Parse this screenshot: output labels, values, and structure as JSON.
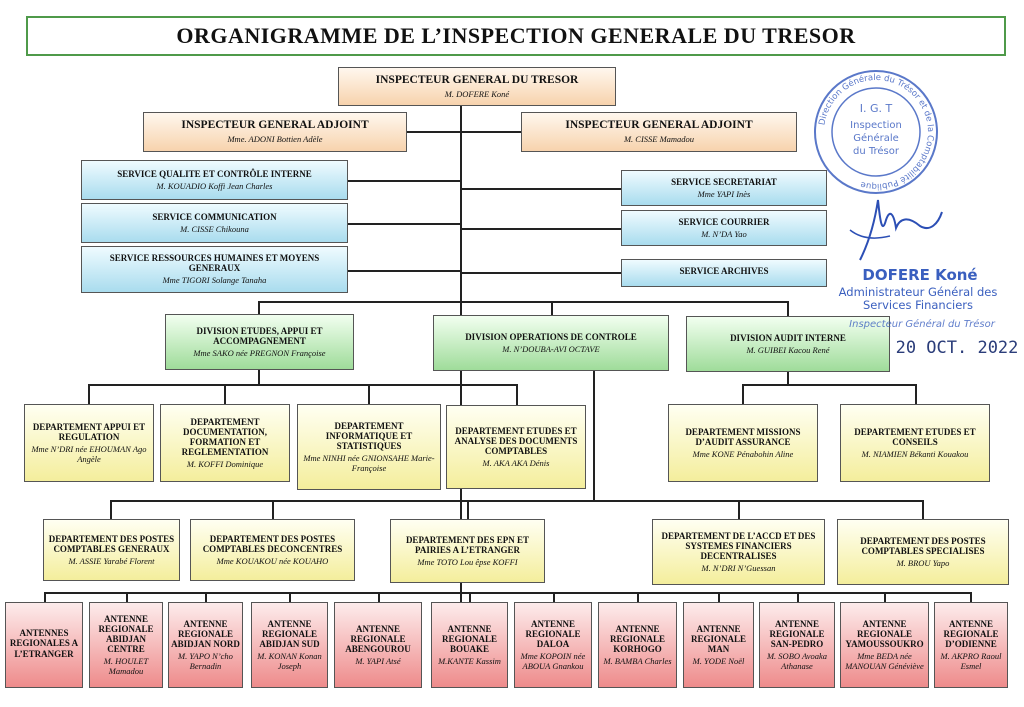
{
  "title": "ORGANIGRAMME DE L’INSPECTION GENERALE DU TRESOR",
  "top": {
    "title": "INSPECTEUR GENERAL DU TRESOR",
    "name": "M. DOFERE Koné"
  },
  "deputies": [
    {
      "title": "INSPECTEUR GENERAL ADJOINT",
      "name": "Mme. ADONI Bottien Adèle"
    },
    {
      "title": "INSPECTEUR GENERAL ADJOINT",
      "name": "M. CISSE Mamadou"
    }
  ],
  "services_left": [
    {
      "title": "SERVICE QUALITE ET CONTRÔLE INTERNE",
      "name": "M. KOUADIO Koffi Jean Charles"
    },
    {
      "title": "SERVICE COMMUNICATION",
      "name": "M. CISSE Chikouna"
    },
    {
      "title": "SERVICE RESSOURCES HUMAINES ET MOYENS GENERAUX",
      "name": "Mme TIGORI Solange Tanaha"
    }
  ],
  "services_right": [
    {
      "title": "SERVICE SECRETARIAT",
      "name": "Mme YAPI Inès"
    },
    {
      "title": "SERVICE COURRIER",
      "name": "M. N’DA Yao"
    },
    {
      "title": "SERVICE ARCHIVES",
      "name": ""
    }
  ],
  "divisions": [
    {
      "title": "DIVISION ETUDES, APPUI ET ACCOMPAGNEMENT",
      "name": "Mme SAKO née PREGNON Françoise"
    },
    {
      "title": "DIVISION  OPERATIONS DE CONTROLE",
      "name": "M. N’DOUBA-AVI OCTAVE"
    },
    {
      "title": "DIVISION AUDIT INTERNE",
      "name": "M. GUIBEI Kacou René"
    }
  ],
  "departments_row1": [
    {
      "title": "DEPARTEMENT APPUI ET REGULATION",
      "name": "Mme N’DRI née EHOUMAN Ago Angèle"
    },
    {
      "title": "DEPARTEMENT DOCUMENTATION, FORMATION ET REGLEMENTATION",
      "name": "M. KOFFI Dominique"
    },
    {
      "title": "DEPARTEMENT INFORMATIQUE ET STATISTIQUES",
      "name": "Mme NINHI née GNIONSAHE Marie-Françoise"
    },
    {
      "title": "DEPARTEMENT ETUDES ET ANALYSE DES DOCUMENTS COMPTABLES",
      "name": "M. AKA AKA Dénis"
    },
    {
      "title": "DEPARTEMENT MISSIONS D’AUDIT ASSURANCE",
      "name": "Mme KONE Pénabohin Aline"
    },
    {
      "title": "DEPARTEMENT ETUDES ET CONSEILS",
      "name": "M. NIAMIEN Békanti Kouakou"
    }
  ],
  "departments_row2": [
    {
      "title": "DEPARTEMENT DES POSTES COMPTABLES GENERAUX",
      "name": "M. ASSIE Yarabé Florent"
    },
    {
      "title": "DEPARTEMENT DES POSTES COMPTABLES DECONCENTRES",
      "name": "Mme KOUAKOU née KOUAHO"
    },
    {
      "title": "DEPARTEMENT DES EPN ET PAIRIES A L’ETRANGER",
      "name": "Mme TOTO Lou êpse KOFFI"
    },
    {
      "title": "DEPARTEMENT DE L’ACCD ET DES SYSTEMES FINANCIERS DECENTRALISES",
      "name": "M. N’DRI N’Guessan"
    },
    {
      "title": "DEPARTEMENT DES POSTES COMPTABLES SPECIALISES",
      "name": "M. BROU Yapo"
    }
  ],
  "antennas": [
    {
      "title": "ANTENNES REGIONALES A L’ETRANGER",
      "name": ""
    },
    {
      "title": "ANTENNE REGIONALE ABIDJAN CENTRE",
      "name": "M. HOULET Mamadou"
    },
    {
      "title": "ANTENNE REGIONALE ABIDJAN NORD",
      "name": "M. YAPO N’cho Bernadin"
    },
    {
      "title": "ANTENNE REGIONALE ABIDJAN SUD",
      "name": "M. KONAN Konan Joseph"
    },
    {
      "title": "ANTENNE REGIONALE ABENGOUROU",
      "name": "M. YAPI Atsé"
    },
    {
      "title": "ANTENNE REGIONALE BOUAKE",
      "name": "M.KANTE Kassim"
    },
    {
      "title": "ANTENNE REGIONALE DALOA",
      "name": "Mme KOPOIN née ABOUA Gnankou"
    },
    {
      "title": "ANTENNE REGIONALE KORHOGO",
      "name": "M. BAMBA Charles"
    },
    {
      "title": "ANTENNE REGIONALE MAN",
      "name": "M. YODE Noël"
    },
    {
      "title": "ANTENNE REGIONALE SAN-PEDRO",
      "name": "M. SOBO Avoaka Athanase"
    },
    {
      "title": "ANTENNE REGIONALE YAMOUSSOUKRO",
      "name": "Mme BEDA née MANOUAN Généviève"
    },
    {
      "title": "ANTENNE REGIONALE D’ODIENNE",
      "name": "M. AKPRO Raoul Esmel"
    }
  ],
  "stamp": {
    "ring": "Direction Générale du Trésor et de la Comptabilité Publique",
    "center_lines": [
      "I. G. T",
      "Inspection",
      "Générale",
      "du Trésor"
    ]
  },
  "signature": {
    "name": "DOFERE Koné",
    "role": "Administrateur Général des Services Financiers",
    "role2": "Inspecteur Général du Trésor",
    "date": "20 OCT. 2022"
  },
  "colors": {
    "peach": "#f7d3ad",
    "blue": "#a9dcee",
    "green": "#9fdc9a",
    "yellow": "#f4ee9c",
    "red": "#ee8b8b",
    "ink": "#3a5fbf",
    "title_border": "#4f9a4a"
  }
}
